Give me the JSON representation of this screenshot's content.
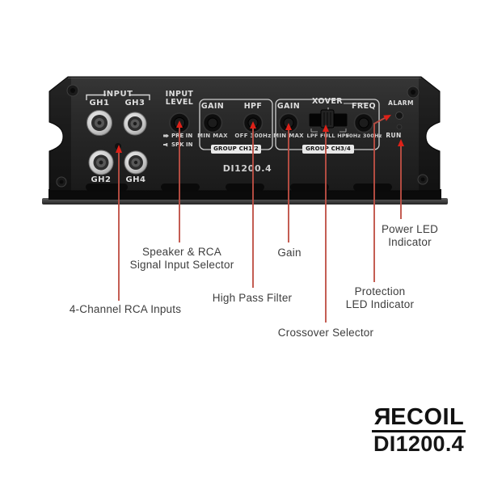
{
  "panel": {
    "model": "DI1200.4",
    "input": {
      "title": "INPUT",
      "jack1": "GH1",
      "jack3": "GH3",
      "jack2": "GH2",
      "jack4": "GH4"
    },
    "input_level": {
      "line1": "INPUT",
      "line2": "LEVEL",
      "pre": "PRE IN",
      "spk": "SPK IN"
    },
    "group12": {
      "gain": "GAIN",
      "gain_scale": "MIN MAX",
      "hpf": "HPF",
      "hpf_scale": "OFF 300Hz",
      "tab": "GROUP CH1/2"
    },
    "group34": {
      "gain": "GAIN",
      "gain_scale": "MIN MAX",
      "xover": "XOVER",
      "xover_scale": "LPF FULL HPF",
      "freq": "FREQ",
      "freq_scale": "50Hz 300Hz",
      "tab": "GROUP CH3/4"
    },
    "leds": {
      "alarm": "ALARM",
      "run": "RUN"
    }
  },
  "callouts": {
    "rca": "4-Channel RCA Inputs",
    "input_selector_line1": "Speaker & RCA",
    "input_selector_line2": "Signal Input Selector",
    "gain": "Gain",
    "hpf": "High Pass Filter",
    "crossover": "Crossover Selector",
    "protection_line1": "Protection",
    "protection_line2": "LED Indicator",
    "power_line1": "Power LED",
    "power_line2": "Indicator"
  },
  "logo": {
    "brand_r": "R",
    "brand_rest": "ECOIL",
    "model": "DI1200.4"
  },
  "colors": {
    "callout_line": "#bf5045",
    "callout_arrow": "#df2118",
    "panel_face": "#262626",
    "label_text": "#3e3e3e"
  }
}
